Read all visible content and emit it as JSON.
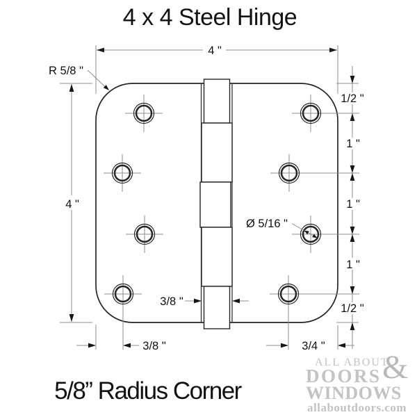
{
  "title": "4 x 4 Steel Hinge",
  "caption": "5/8” Radius Corner",
  "diagram": {
    "dim_width": "4 \"",
    "dim_height": "4 \"",
    "corner_radius": "R 5/8 \"",
    "hole_diameter": "Ø 5/16 \"",
    "barrel_width": "3/8 \"",
    "bottom_left_offset": "3/8 \"",
    "bottom_right_offset": "3/4 \"",
    "right_spacing": [
      "1/2 \"",
      "1 \"",
      "1 \"",
      "1 \"",
      "1/2 \""
    ]
  },
  "logo": {
    "line1": "ALL ABOUT",
    "amp": "&",
    "line2": "DOORS",
    "line3": "WINDOWS",
    "url": "allaboutdoors.com"
  },
  "colors": {
    "line": "#242424",
    "dim_line": "#8c8c8c",
    "text": "#111111",
    "logo_gray": "#c3c3c3"
  }
}
